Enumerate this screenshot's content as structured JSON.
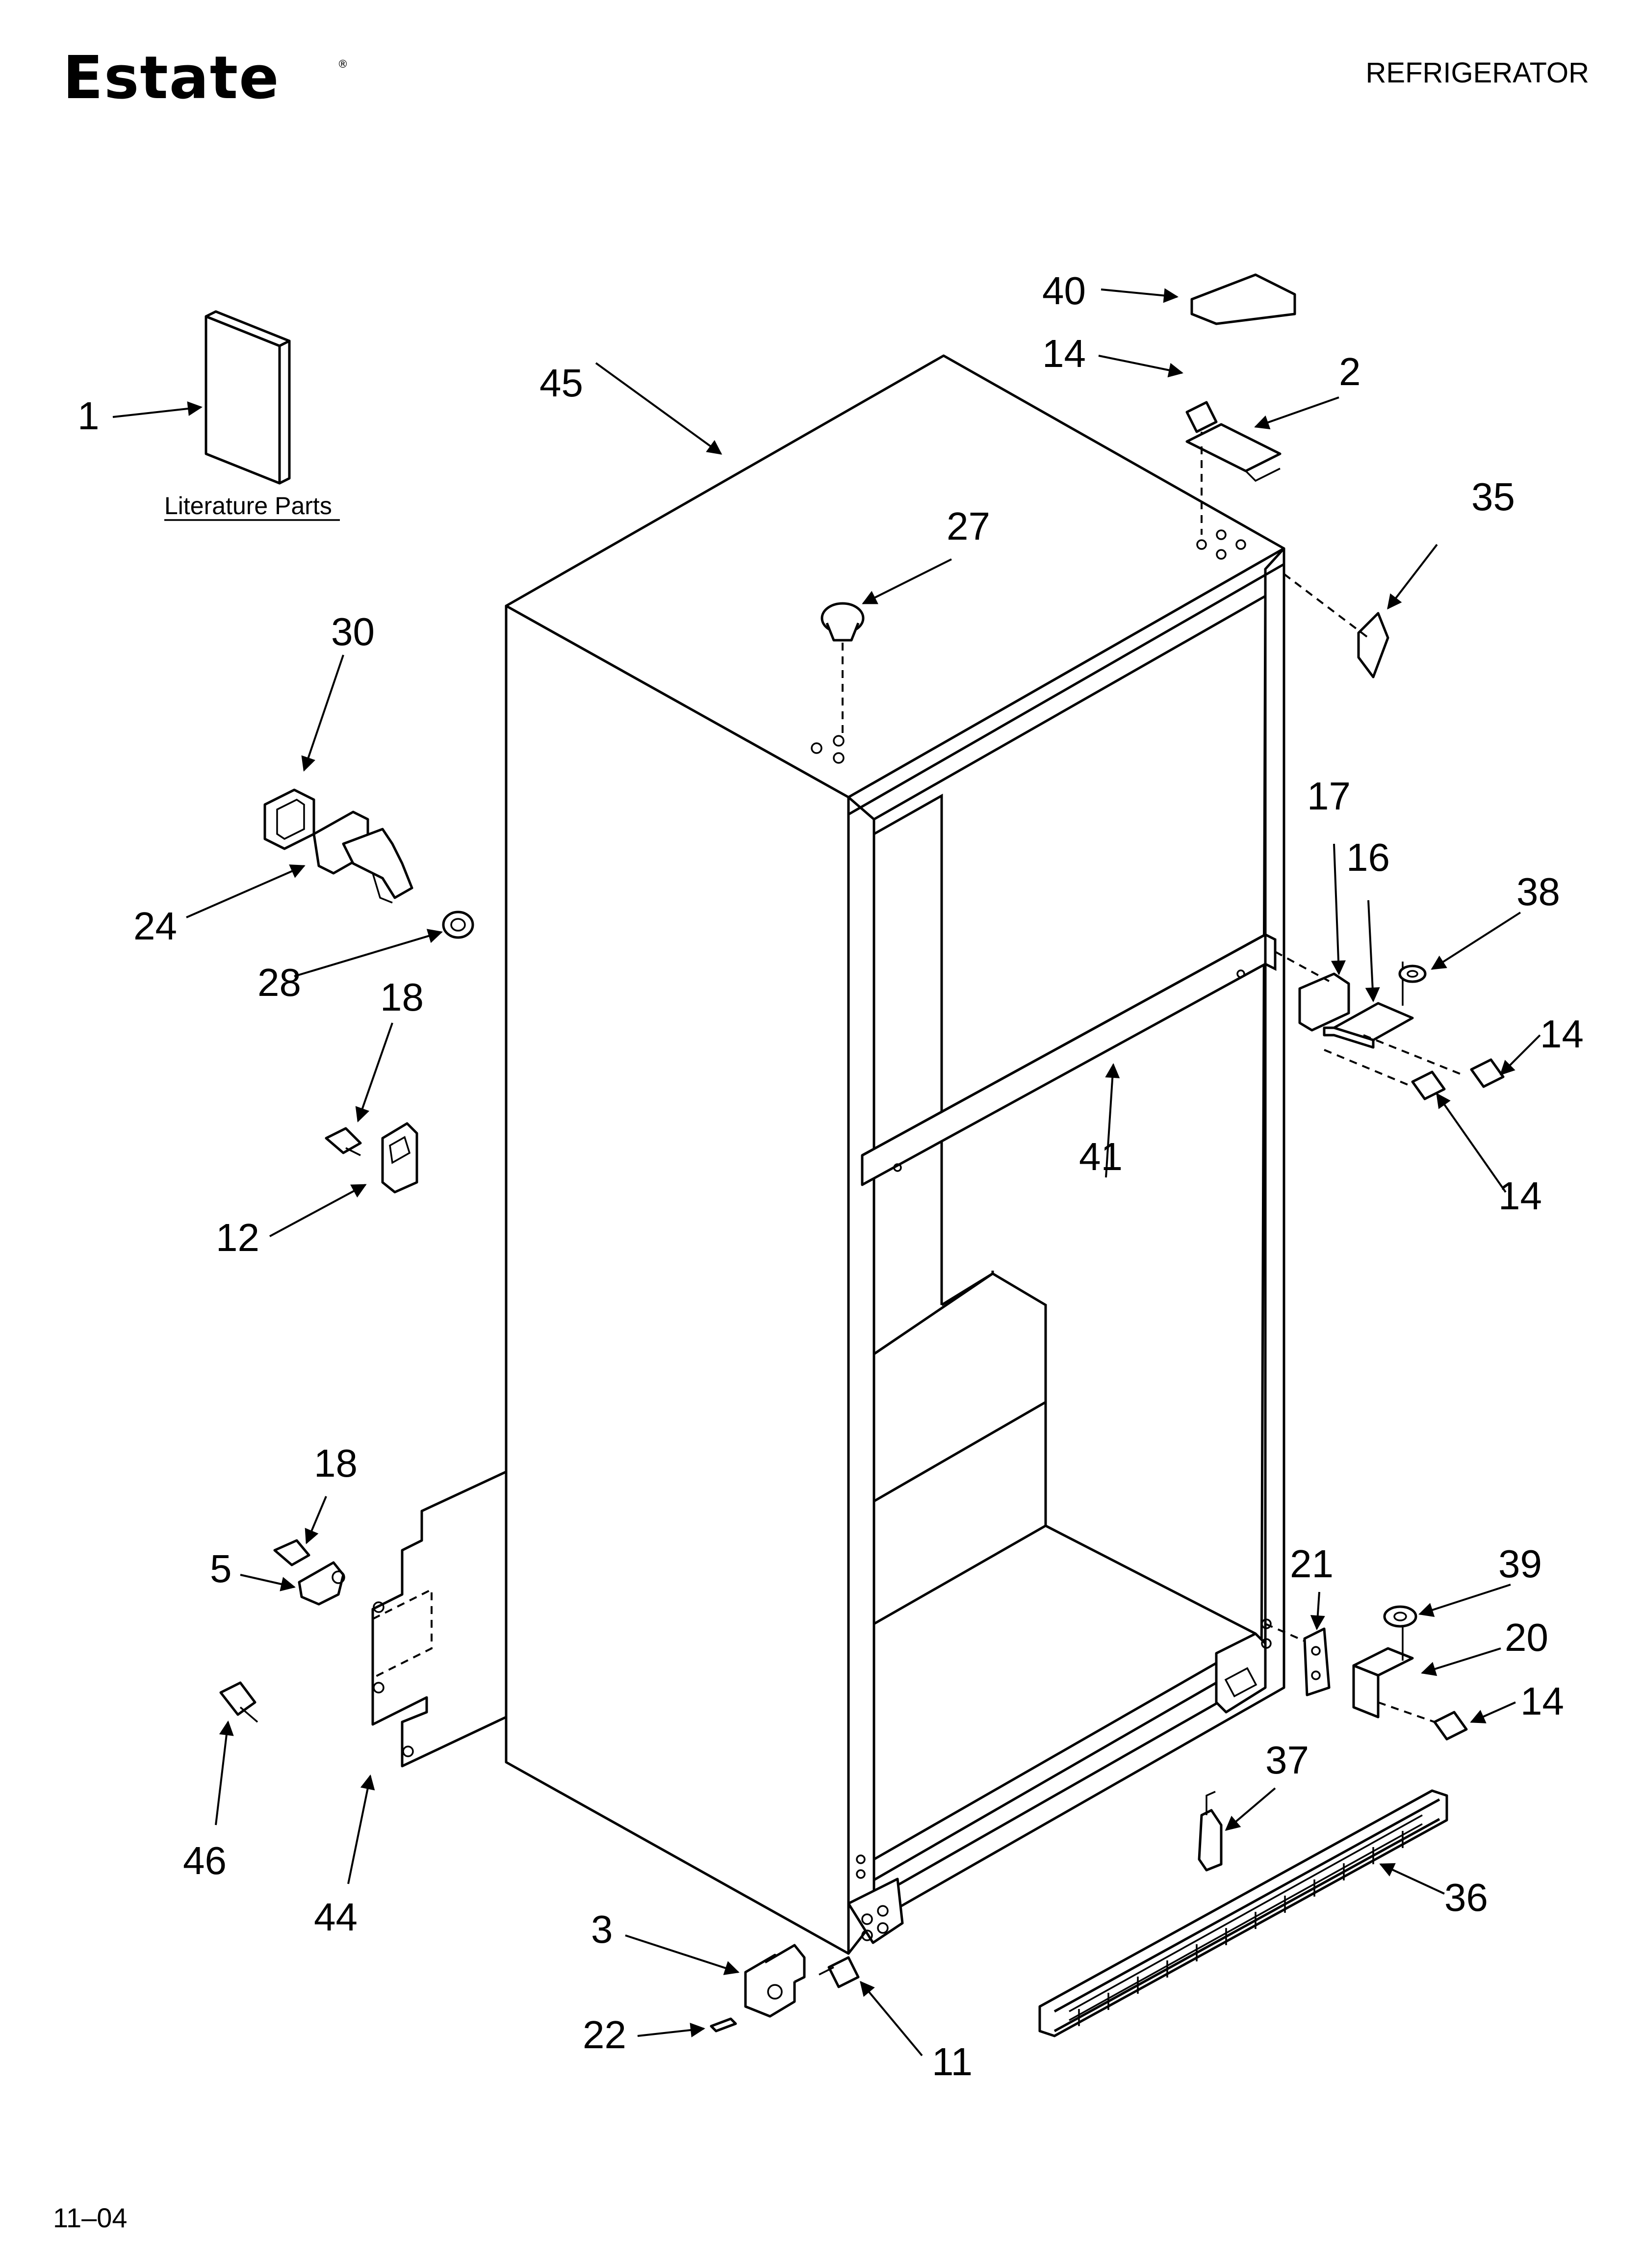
{
  "header": {
    "brand": "Estate",
    "registered_mark": "®",
    "appliance_type": "REFRIGERATOR"
  },
  "literature_caption": "Literature Parts",
  "footer": {
    "date_code": "11–04"
  },
  "callouts": {
    "c1": "1",
    "c2": "2",
    "c3": "3",
    "c5": "5",
    "c11": "11",
    "c12": "12",
    "c14a": "14",
    "c14b": "14",
    "c14c": "14",
    "c14d": "14",
    "c16": "16",
    "c17": "17",
    "c18a": "18",
    "c18b": "18",
    "c20": "20",
    "c21": "21",
    "c22": "22",
    "c24": "24",
    "c27": "27",
    "c28": "28",
    "c30": "30",
    "c35": "35",
    "c36": "36",
    "c37": "37",
    "c38": "38",
    "c39": "39",
    "c40": "40",
    "c41": "41",
    "c44": "44",
    "c45": "45",
    "c46": "46"
  }
}
